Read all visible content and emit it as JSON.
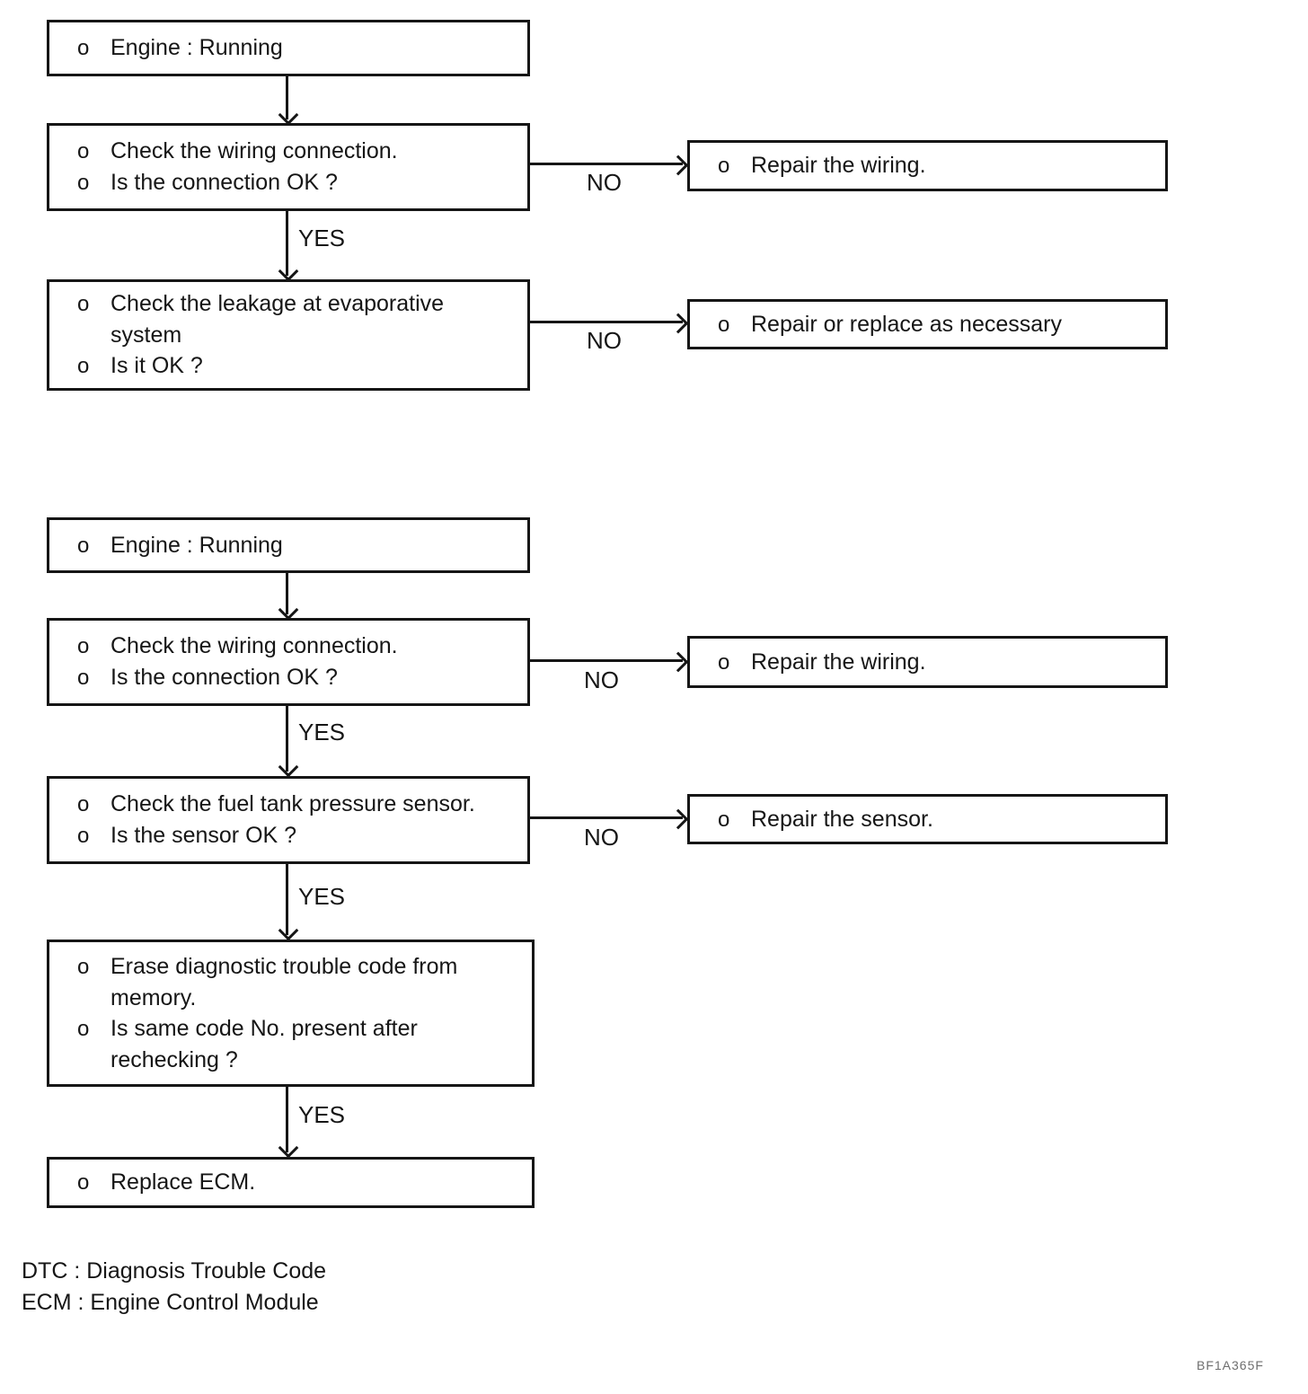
{
  "colors": {
    "ink": "#161616",
    "background": "#ffffff",
    "figure_code_text": "#6e6e6e"
  },
  "bullet": "o",
  "labels": {
    "yes": "YES",
    "no": "NO"
  },
  "flowchart1": {
    "engine_running": {
      "l1": "Engine : Running"
    },
    "check_wiring": {
      "l1": "Check the wiring connection.",
      "l2": "Is the connection OK ?"
    },
    "repair_wiring": {
      "l1": "Repair the wiring."
    },
    "check_leakage": {
      "l1": "Check the leakage at evaporative",
      "l2": "system",
      "l3": "Is it OK ?"
    },
    "repair_replace": {
      "l1": "Repair or replace as necessary"
    }
  },
  "flowchart2": {
    "engine_running": {
      "l1": "Engine : Running"
    },
    "check_wiring": {
      "l1": "Check the wiring connection.",
      "l2": "Is the connection OK ?"
    },
    "repair_wiring": {
      "l1": "Repair the wiring."
    },
    "check_fuel_tank_sensor": {
      "l1": "Check the fuel tank pressure sensor.",
      "l2": "Is the sensor OK ?"
    },
    "repair_sensor": {
      "l1": "Repair the sensor."
    },
    "erase_dtc": {
      "l1": "Erase diagnostic trouble code from",
      "l2": "memory.",
      "l3": "Is same code No. present after",
      "l4": "rechecking ?"
    },
    "replace_ecm": {
      "l1": "Replace ECM."
    }
  },
  "legend": {
    "dtc": "DTC : Diagnosis Trouble Code",
    "ecm": "ECM : Engine Control Module"
  },
  "figure_code": "BF1A365F"
}
